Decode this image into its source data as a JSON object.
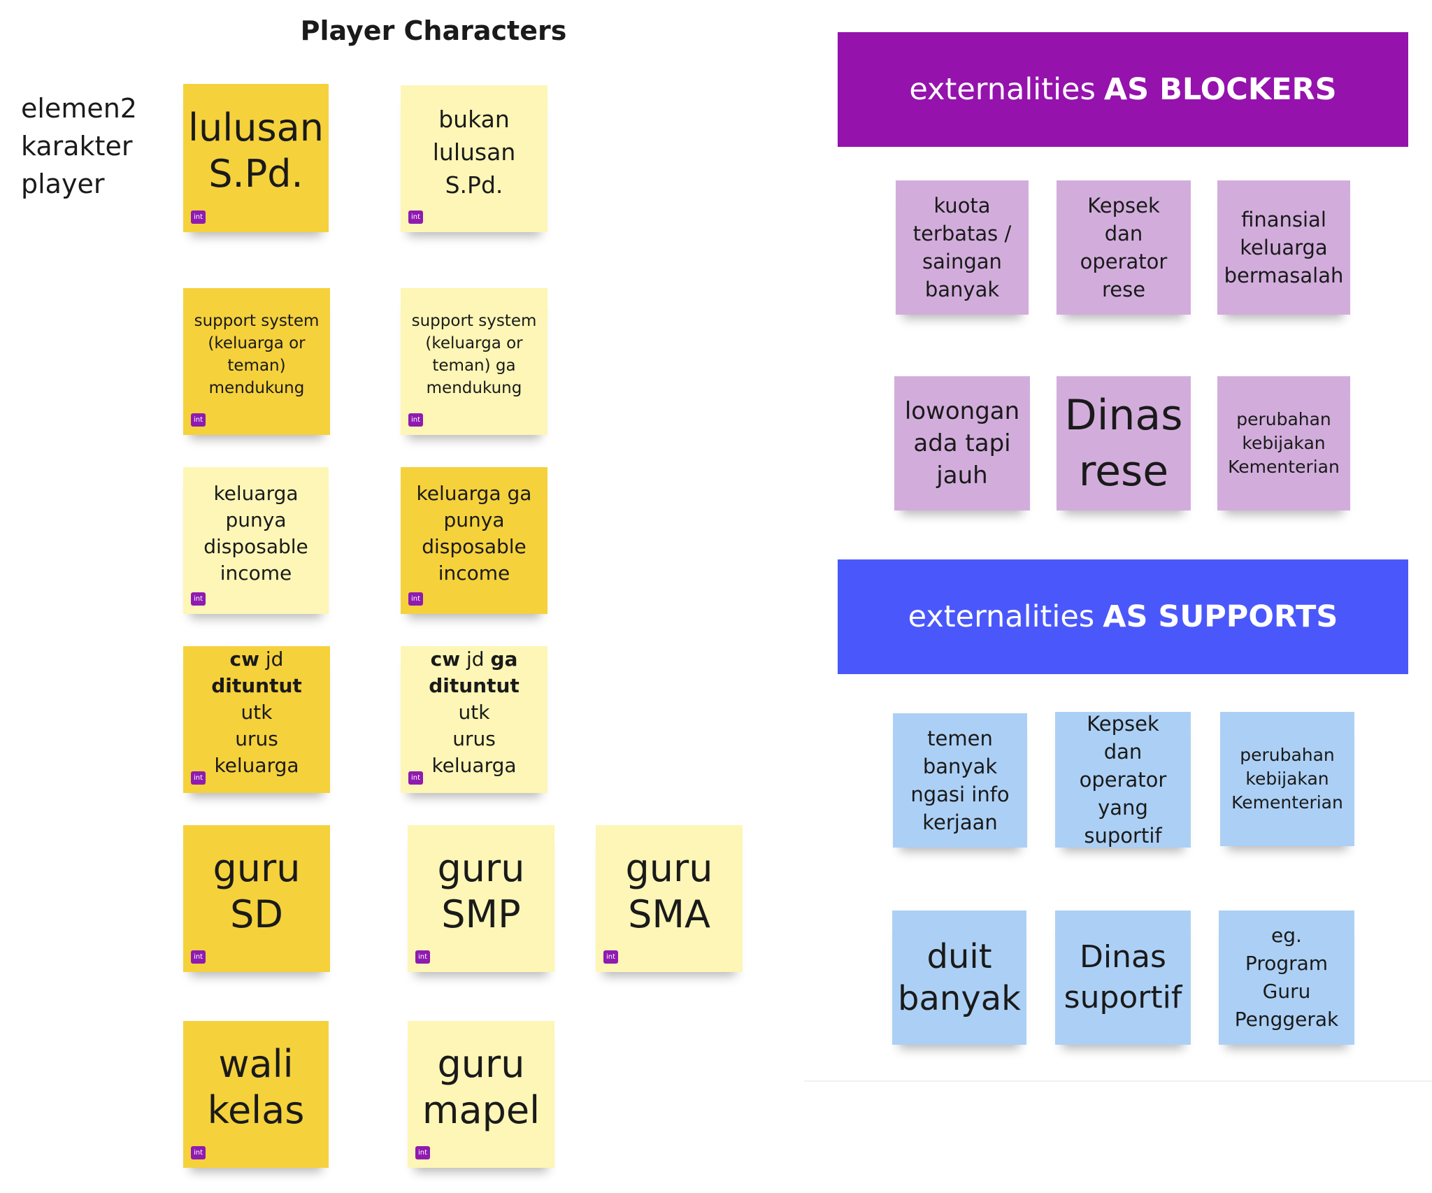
{
  "section_title": "Player Characters",
  "row_label": [
    "elemen2",
    "karakter",
    "player"
  ],
  "tag_label": "int",
  "player_notes": [
    {
      "lines": [
        "lulusan",
        "S.Pd."
      ],
      "color": "dark"
    },
    {
      "lines": [
        "bukan",
        "lulusan",
        "S.Pd."
      ],
      "color": "light"
    },
    {
      "lines": [
        "support system",
        "(keluarga or",
        "teman)",
        "mendukung"
      ],
      "color": "dark"
    },
    {
      "lines": [
        "support system",
        "(keluarga or",
        "teman) ga",
        "mendukung"
      ],
      "color": "light"
    },
    {
      "lines": [
        "keluarga",
        "punya",
        "disposable",
        "income"
      ],
      "color": "light"
    },
    {
      "lines": [
        "keluarga ga",
        "punya",
        "disposable",
        "income"
      ],
      "color": "dark"
    },
    {
      "parts": [
        {
          "b": "cw",
          "n": " jd"
        },
        {
          "b": "dituntut",
          "n": " utk"
        },
        {
          "b": "",
          "n": "urus keluarga"
        }
      ],
      "color": "dark"
    },
    {
      "parts": [
        {
          "b": "cw",
          "n": " jd ",
          "b2": "ga"
        },
        {
          "b": "dituntut",
          "n": " utk"
        },
        {
          "b": "",
          "n": "urus keluarga"
        }
      ],
      "color": "light"
    },
    {
      "lines": [
        "guru",
        "SD"
      ],
      "color": "dark"
    },
    {
      "lines": [
        "guru",
        "SMP"
      ],
      "color": "light"
    },
    {
      "lines": [
        "guru",
        "SMA"
      ],
      "color": "light"
    },
    {
      "lines": [
        "wali",
        "kelas"
      ],
      "color": "dark"
    },
    {
      "lines": [
        "guru",
        "mapel"
      ],
      "color": "light"
    }
  ],
  "blockers": {
    "banner_normal": "externalities",
    "banner_bold": "AS BLOCKERS",
    "notes": [
      {
        "lines": [
          "kuota",
          "terbatas /",
          "saingan",
          "banyak"
        ]
      },
      {
        "lines": [
          "Kepsek dan",
          "operator",
          "rese"
        ]
      },
      {
        "lines": [
          "finansial",
          "keluarga",
          "bermasalah"
        ]
      },
      {
        "lines": [
          "lowongan",
          "ada tapi",
          "jauh"
        ]
      },
      {
        "lines": [
          "Dinas",
          "rese"
        ]
      },
      {
        "lines": [
          "perubahan",
          "kebijakan",
          "Kementerian"
        ]
      }
    ]
  },
  "supports": {
    "banner_normal": "externalities",
    "banner_bold": "AS SUPPORTS",
    "notes": [
      {
        "lines": [
          "temen",
          "banyak",
          "ngasi info",
          "kerjaan"
        ]
      },
      {
        "lines": [
          "Kepsek dan",
          "operator",
          "yang",
          "suportif"
        ]
      },
      {
        "lines": [
          "perubahan",
          "kebijakan",
          "Kementerian"
        ]
      },
      {
        "lines": [
          "duit",
          "banyak"
        ]
      },
      {
        "lines": [
          "Dinas",
          "suportif"
        ]
      },
      {
        "lines": [
          "eg.",
          "Program",
          "Guru",
          "Penggerak"
        ]
      }
    ]
  },
  "colors": {
    "sticky_dark_yellow": "#f5d13c",
    "sticky_light_yellow": "#fdf6b6",
    "sticky_purple": "#d2addc",
    "sticky_blue": "#acd0f5",
    "banner_blockers": "#9512ad",
    "banner_supports": "#4a58fb",
    "tag_badge": "#8f1bb0"
  }
}
